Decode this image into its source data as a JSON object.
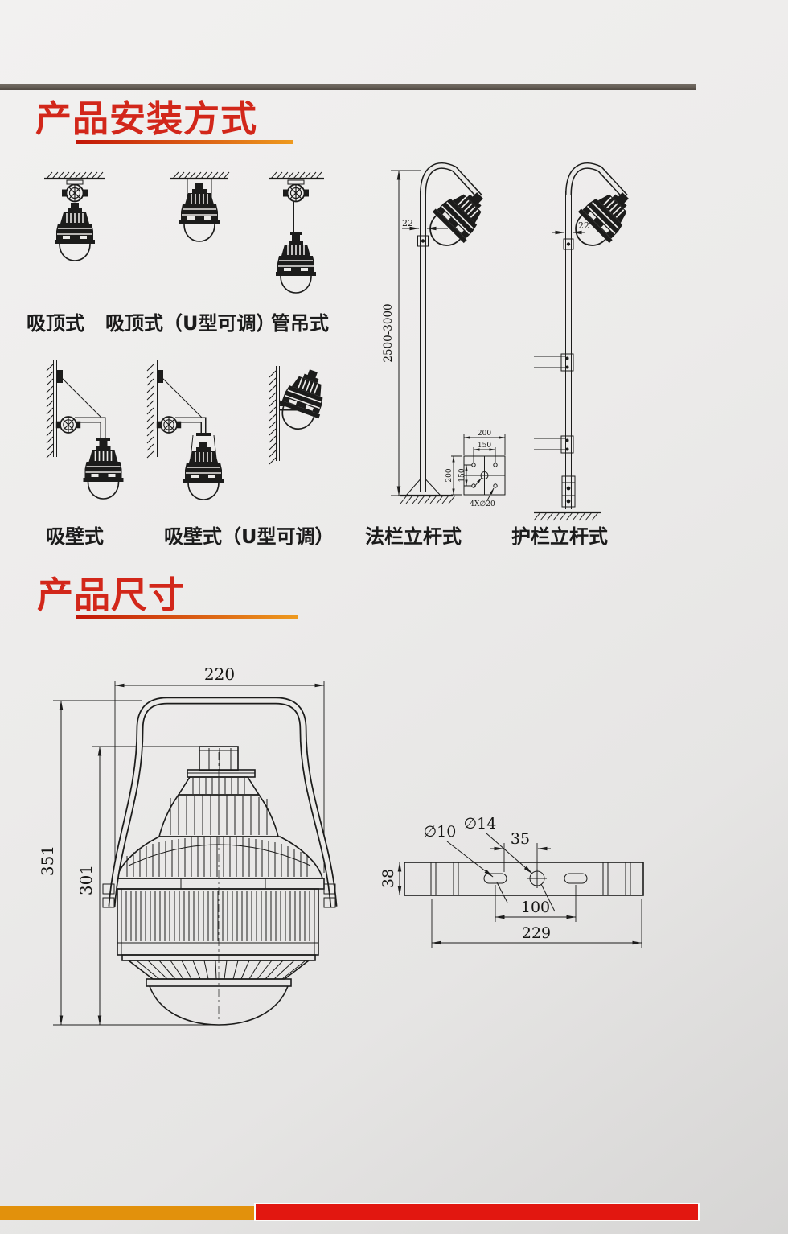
{
  "page": {
    "install_title": "产品安装方式",
    "dims_title": "产品尺寸"
  },
  "install": {
    "labels": [
      "吸顶式",
      "吸顶式（U型可调）",
      "管吊式",
      "吸壁式",
      "吸壁式（U型可调）",
      "法栏立杆式",
      "护栏立杆式"
    ],
    "pole_flange": {
      "pipe_dia": "22",
      "pole_height": "2500-3000",
      "plate_width": "200",
      "plate_bolt_span_x": "150",
      "plate_height": "200",
      "plate_bolt_span_y": "150",
      "plate_holes": "4X∅20"
    },
    "pole_rail": {
      "pipe_dia": "22"
    }
  },
  "dims": {
    "front": {
      "width": "220",
      "total_height": "351",
      "body_height": "301"
    },
    "bracket": {
      "slot_dia": "∅10",
      "center_hole_dia": "∅14",
      "hole_offset": "35",
      "bar_width": "38",
      "slot_span": "100",
      "length": "229"
    }
  },
  "colors": {
    "accent_red": "#d2271a",
    "underline_gradient_start": "#c21507",
    "underline_gradient_end": "#ee9a1e",
    "top_rule_gray": "#5f584f",
    "footer_orange": "#e2910c",
    "footer_red": "#e21710",
    "line_black": "#1c1c1b"
  }
}
